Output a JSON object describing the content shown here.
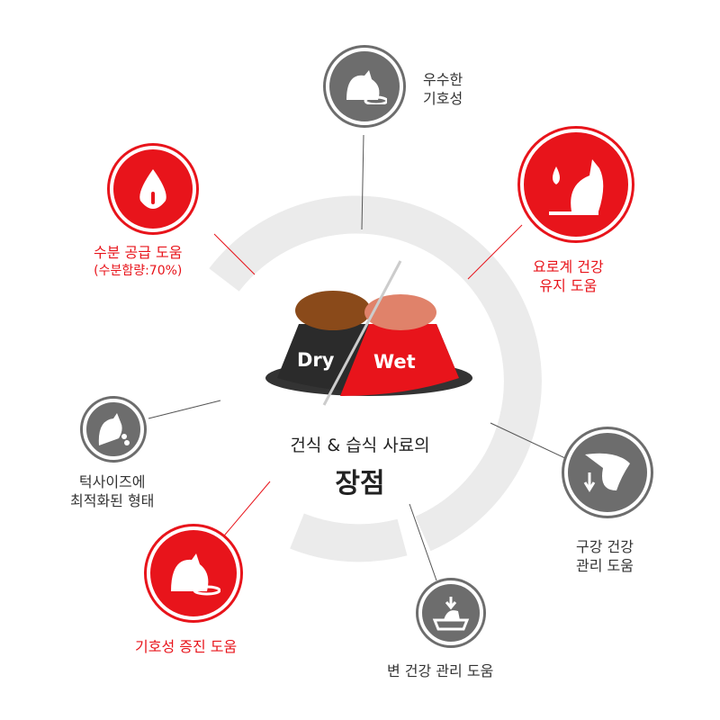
{
  "title": {
    "line1": "건식 & 습식 사료의",
    "line2": "장점"
  },
  "bowl": {
    "dry": "Dry",
    "wet": "Wet"
  },
  "benefits": [
    {
      "label1": "우수한",
      "label2": "기호성",
      "icon": "cat-eating-icon",
      "color": "gray"
    },
    {
      "label1": "요로계 건강",
      "label2": "유지 도움",
      "icon": "cat-kidney-icon",
      "color": "red"
    },
    {
      "label1": "구강 건강",
      "label2": "관리 도움",
      "icon": "cat-teeth-icon",
      "color": "gray"
    },
    {
      "label1": "변 건강 관리 도움",
      "icon": "litter-box-icon",
      "color": "gray"
    },
    {
      "label1": "기호성 증진 도움",
      "icon": "cat-eating-icon",
      "color": "red"
    },
    {
      "label1": "턱사이즈에",
      "label2": "최적화된 형태",
      "icon": "cat-kibble-icon",
      "color": "gray"
    },
    {
      "label1": "수분 공급 도움",
      "label2": "(수분함량:70%)",
      "icon": "water-drop-icon",
      "color": "red"
    }
  ],
  "colors": {
    "red": "#e8141b",
    "gray": "#6d6d6d",
    "ring": "#ebebeb"
  }
}
